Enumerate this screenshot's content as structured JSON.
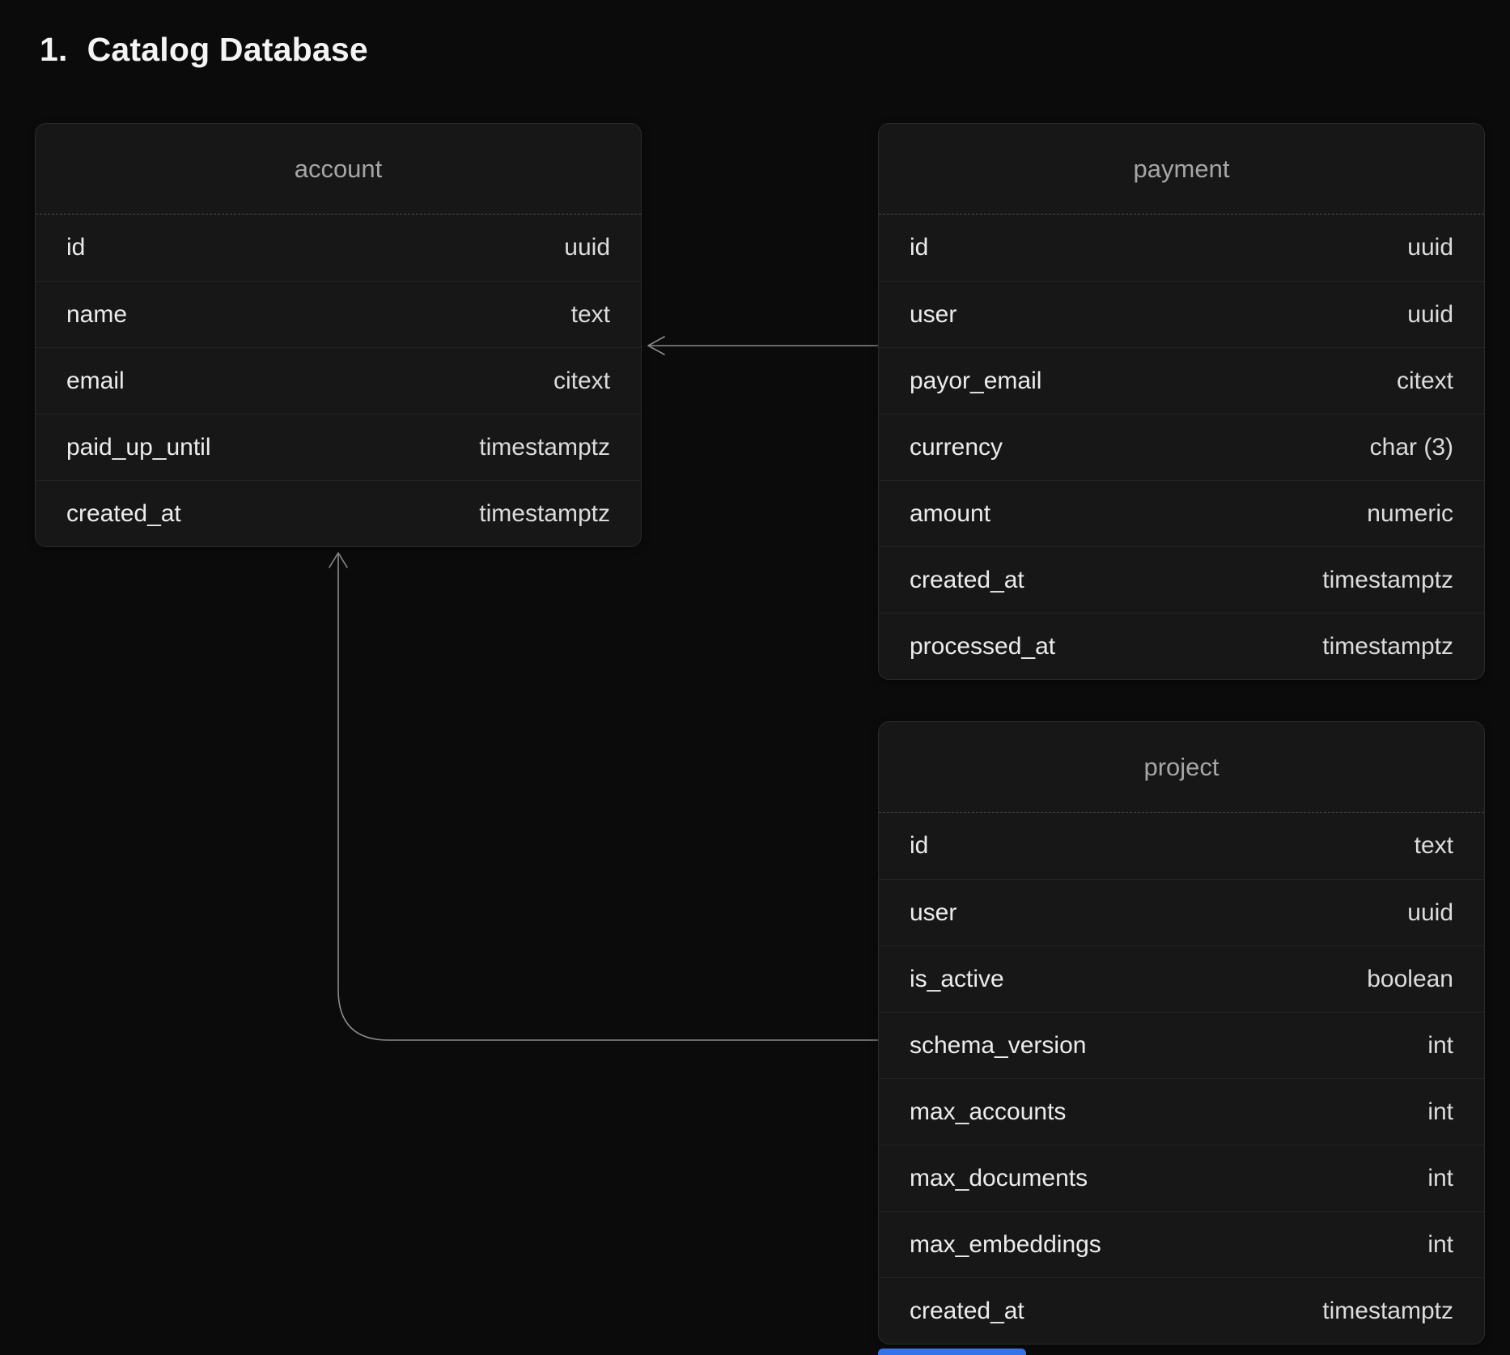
{
  "page": {
    "title_number": "1.",
    "title": "Catalog Database"
  },
  "tables": [
    {
      "id": "account",
      "name": "account",
      "rows": [
        {
          "field": "id",
          "type": "uuid"
        },
        {
          "field": "name",
          "type": "text"
        },
        {
          "field": "email",
          "type": "citext"
        },
        {
          "field": "paid_up_until",
          "type": "timestamptz"
        },
        {
          "field": "created_at",
          "type": "timestamptz"
        }
      ]
    },
    {
      "id": "payment",
      "name": "payment",
      "rows": [
        {
          "field": "id",
          "type": "uuid"
        },
        {
          "field": "user",
          "type": "uuid"
        },
        {
          "field": "payor_email",
          "type": "citext"
        },
        {
          "field": "currency",
          "type": "char (3)"
        },
        {
          "field": "amount",
          "type": "numeric"
        },
        {
          "field": "created_at",
          "type": "timestamptz"
        },
        {
          "field": "processed_at",
          "type": "timestamptz"
        }
      ]
    },
    {
      "id": "project",
      "name": "project",
      "rows": [
        {
          "field": "id",
          "type": "text"
        },
        {
          "field": "user",
          "type": "uuid"
        },
        {
          "field": "is_active",
          "type": "boolean"
        },
        {
          "field": "schema_version",
          "type": "int"
        },
        {
          "field": "max_accounts",
          "type": "int"
        },
        {
          "field": "max_documents",
          "type": "int"
        },
        {
          "field": "max_embeddings",
          "type": "int"
        },
        {
          "field": "created_at",
          "type": "timestamptz"
        }
      ]
    }
  ],
  "relationships": [
    {
      "from": "payment",
      "to": "account"
    },
    {
      "from": "project",
      "to": "account"
    }
  ],
  "colors": {
    "background": "#0b0b0b",
    "card_background": "#171717",
    "card_border": "#2b2b2b",
    "arrow": "#8a8a8a",
    "accent_bar": "#3573e8"
  }
}
